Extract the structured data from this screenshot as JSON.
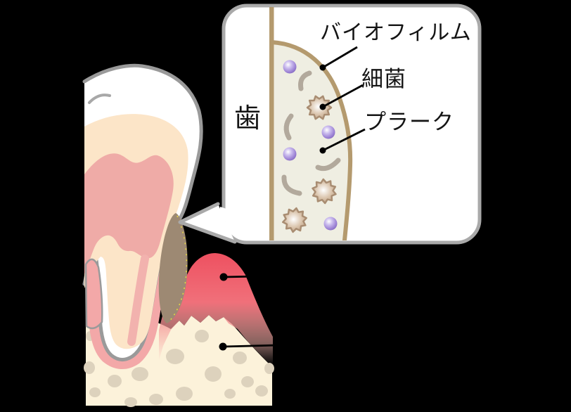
{
  "figure": {
    "type": "dental-biofilm-diagram",
    "background": "#000000",
    "tooth_side_label": "歯",
    "callout_labels": {
      "biofilm": "バイオフィルム",
      "bacteria": "細菌",
      "plaque": "プラーク"
    },
    "colors": {
      "bubble_border": "#a9a9a9",
      "bubble_fill": "#ffffff",
      "tooth_surface_line": "#b49a6e",
      "biofilm_fill": "#efeee2",
      "coccus_purple": "#9c82d4",
      "rod_gray": "#b2a99c",
      "spiky_bacteria_tan": "#b3967c",
      "tooth_outline": "#9a9a9a",
      "enamel_white": "#ffffff",
      "dentin_peach": "#fce5c8",
      "pulp_pink": "#efaba7",
      "gum_red": "#ee4f5f",
      "periodontal_pink": "#f3a8a8",
      "bone_cream": "#fcf2da",
      "bone_blob_beige": "#ddd2bd",
      "tartar_brown": "#9d8973",
      "leader_line": "#000000"
    }
  }
}
